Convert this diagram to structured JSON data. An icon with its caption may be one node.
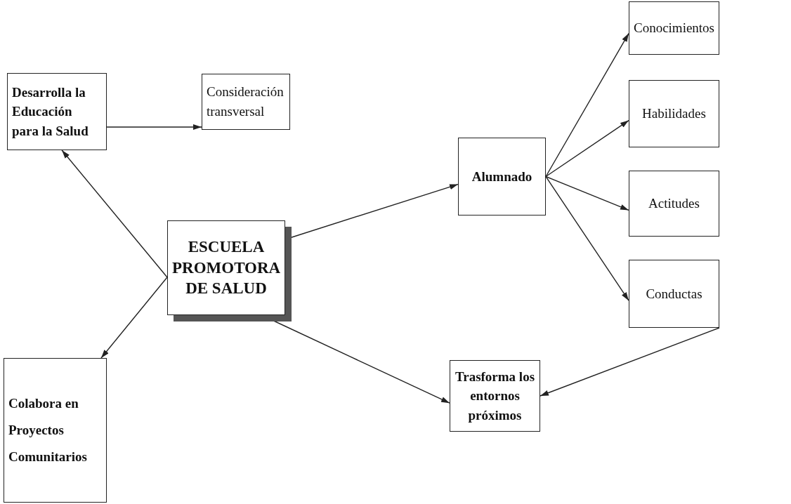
{
  "diagram": {
    "nodes": [
      {
        "text": [
          "Desarrolla la Educación para la Salud"
        ]
      },
      {
        "text": [
          "Consideración transversal"
        ]
      },
      {
        "text": [
          "Alumnado"
        ]
      },
      {
        "text": [
          "Conocimientos"
        ]
      },
      {
        "text": [
          "Habilidades"
        ]
      },
      {
        "text": [
          "Actitudes"
        ]
      },
      {
        "text": [
          "Conductas"
        ]
      },
      {
        "text": [
          "ESCUELA PROMOTORA DE SALUD"
        ]
      },
      {
        "text": [
          "Colabora en Proyectos Comunitarios"
        ]
      },
      {
        "text": [
          "Trasforma los entornos próximos"
        ]
      }
    ],
    "edges": [
      {
        "from": 0,
        "to": 1,
        "arrow": "to"
      },
      {
        "from": 7,
        "to": 0,
        "arrow": "to"
      },
      {
        "from": 7,
        "to": 2,
        "arrow": "to"
      },
      {
        "from": 7,
        "to": 8,
        "arrow": "to"
      },
      {
        "from": 7,
        "to": 9,
        "arrow": "to"
      },
      {
        "from": 2,
        "to": 3,
        "arrow": "to"
      },
      {
        "from": 2,
        "to": 4,
        "arrow": "to"
      },
      {
        "from": 2,
        "to": 5,
        "arrow": "to"
      },
      {
        "from": 2,
        "to": 6,
        "arrow": "to"
      },
      {
        "from": 6,
        "to": 9,
        "arrow": "to"
      }
    ]
  }
}
